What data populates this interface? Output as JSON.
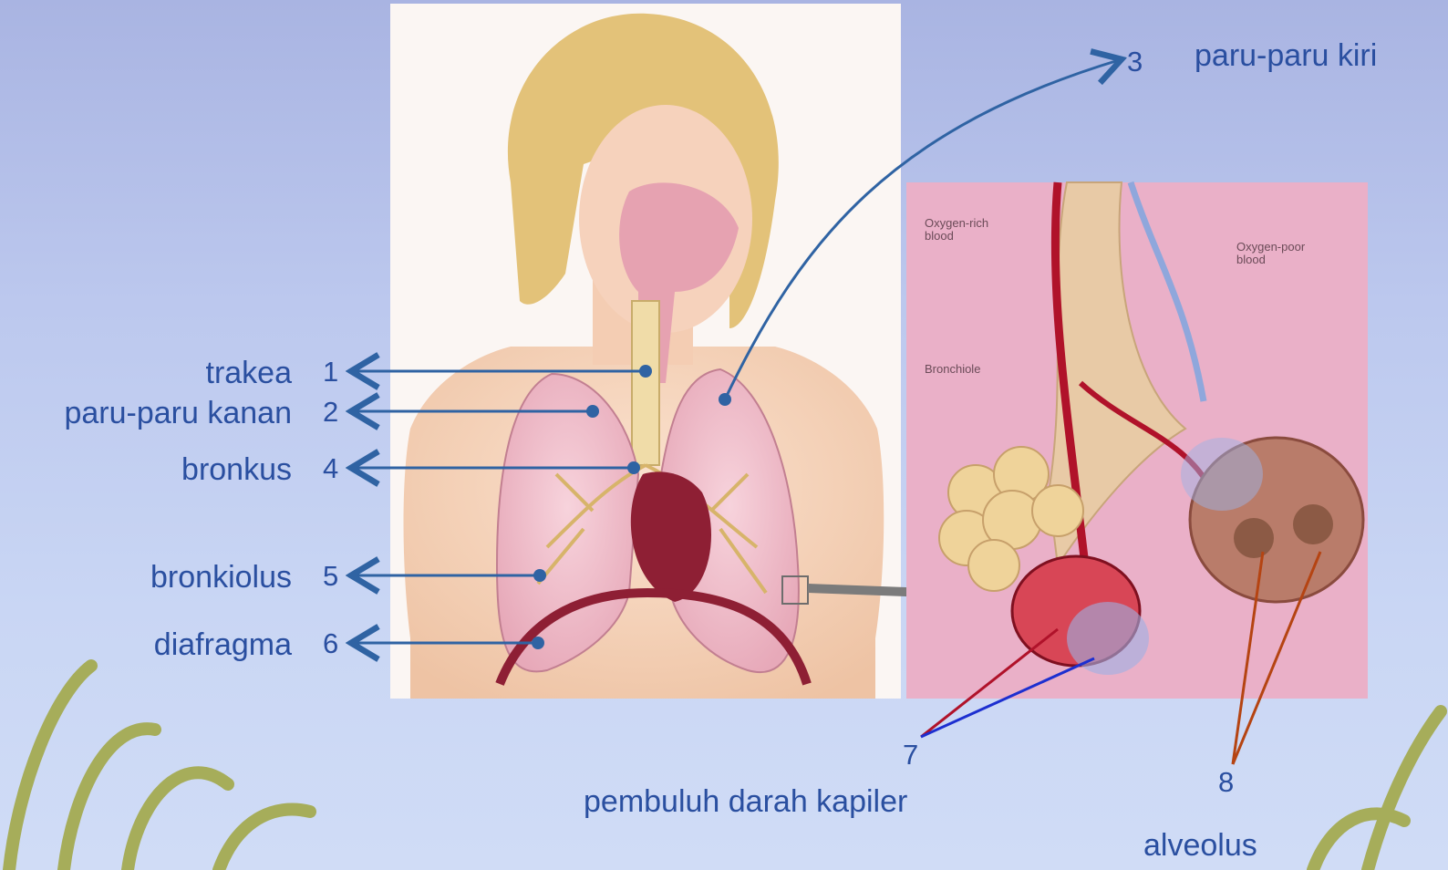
{
  "labels": {
    "trakea": "trakea",
    "paru_kanan": "paru-paru kanan",
    "bronkus": "bronkus",
    "bronkiolus": "bronkiolus",
    "diafragma": "diafragma",
    "paru_kiri": "paru-paru kiri",
    "kapiler": "pembuluh darah kapiler",
    "alveolus": "alveolus"
  },
  "numbers": {
    "n1": "1",
    "n2": "2",
    "n3": "3",
    "n4": "4",
    "n5": "5",
    "n6": "6",
    "n7": "7",
    "n8": "8"
  },
  "inset_text": {
    "oxygen_rich": "Oxygen-rich\nblood",
    "oxygen_poor": "Oxygen-poor\nblood",
    "bronchiole": "Bronchiole"
  },
  "colors": {
    "label_text": "#2a4fa0",
    "pointer_line": "#2f63a3",
    "red_vessel": "#b0122a",
    "blue_vessel": "#1d2fd0",
    "alveoli_line": "#b54412",
    "inset_bg": "#eab0c8"
  }
}
